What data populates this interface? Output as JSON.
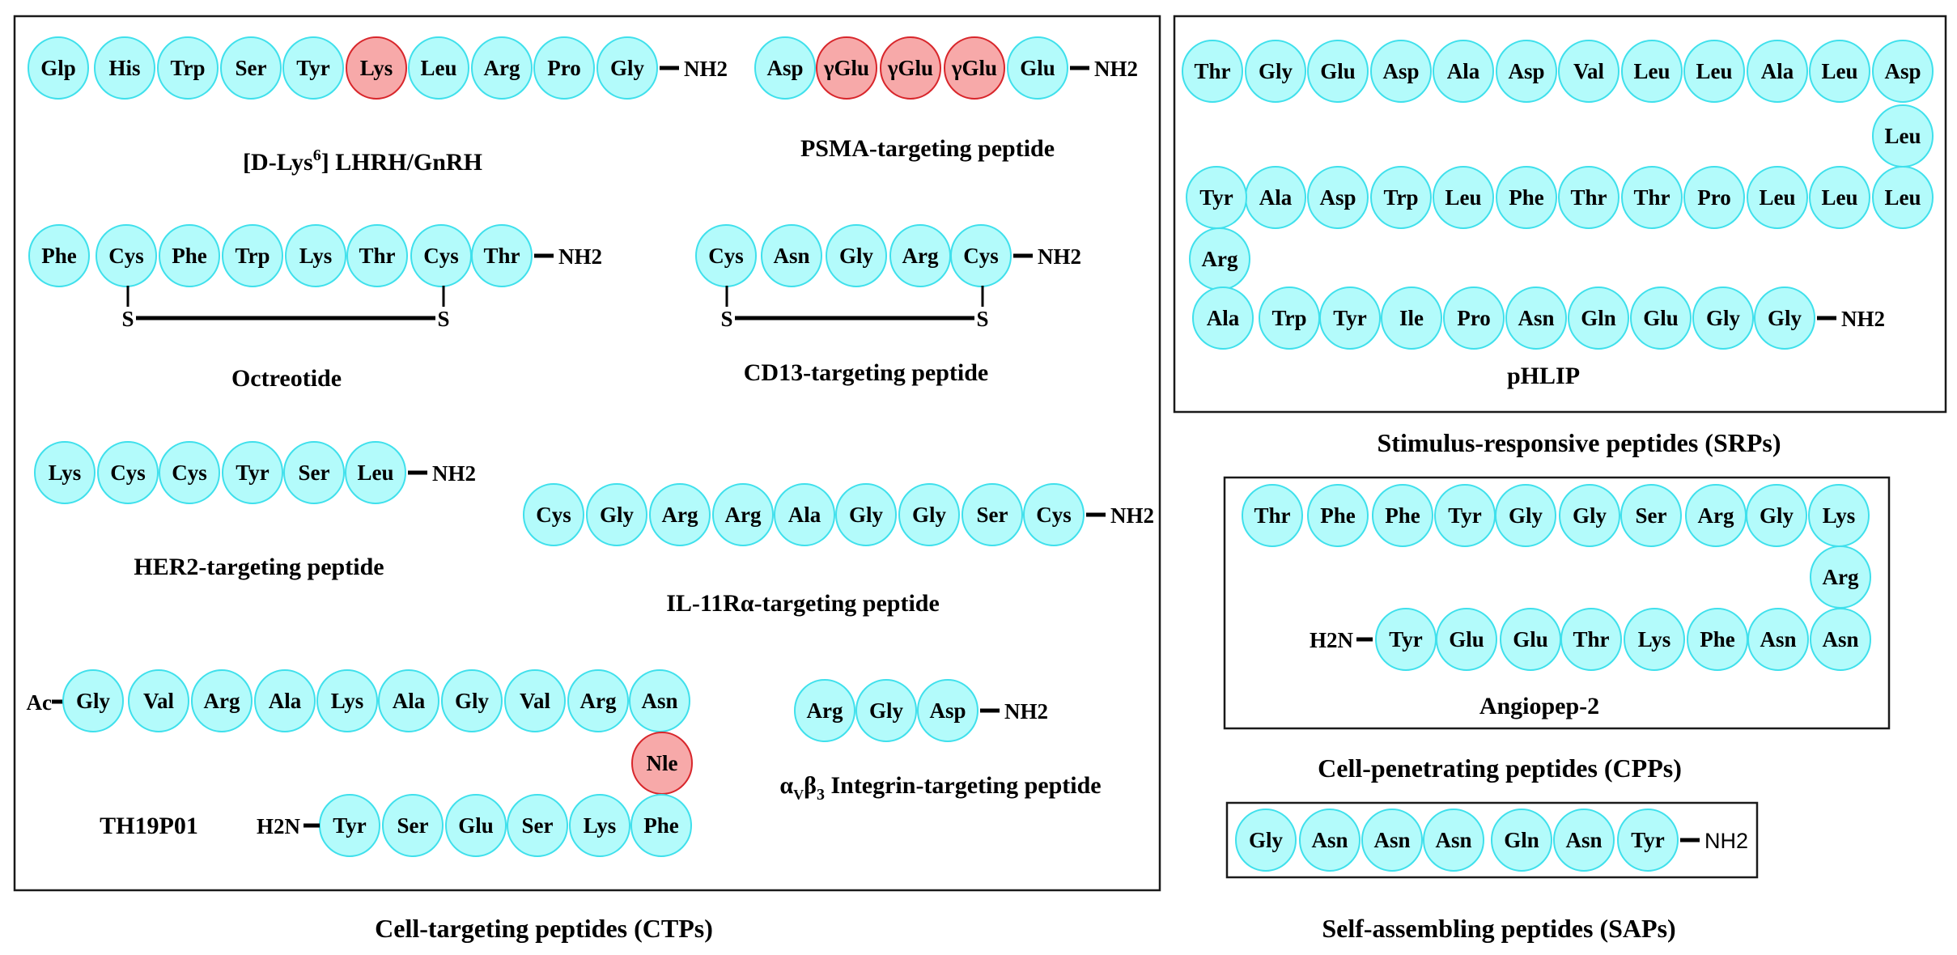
{
  "colors": {
    "standard_fill": "#b3fbfb",
    "standard_stroke": "#3fe0ec",
    "modified_fill": "#f7a9a9",
    "modified_stroke": "#d8262b",
    "text": "#000000",
    "border": "#1a1a1a"
  },
  "sections": {
    "ctp": {
      "caption": "Cell-targeting peptides (CTPs)"
    },
    "srp": {
      "caption": "Stimulus-responsive peptides (SRPs)"
    },
    "cpp": {
      "caption": "Cell-penetrating peptides (CPPs)"
    },
    "sap": {
      "caption": "Self-assembling peptides (SAPs)"
    }
  },
  "peptides": {
    "lhrh": {
      "label_main": "[D-Lys",
      "label_sup": "6",
      "label_rest": "] LHRH/GnRH",
      "residues": [
        {
          "name": "Glp"
        },
        {
          "name": "His"
        },
        {
          "name": "Trp"
        },
        {
          "name": "Ser"
        },
        {
          "name": "Tyr"
        },
        {
          "name": "Lys",
          "modified": true
        },
        {
          "name": "Leu"
        },
        {
          "name": "Arg"
        },
        {
          "name": "Pro"
        },
        {
          "name": "Gly"
        }
      ],
      "c_term": "NH2"
    },
    "psma": {
      "label": "PSMA-targeting peptide",
      "residues": [
        {
          "name": "Asp"
        },
        {
          "name": "γGlu",
          "modified": true
        },
        {
          "name": "γGlu",
          "modified": true
        },
        {
          "name": "γGlu",
          "modified": true
        },
        {
          "name": "Glu"
        }
      ],
      "c_term": "NH2"
    },
    "octreotide": {
      "label": "Octreotide",
      "residues": [
        {
          "name": "Phe"
        },
        {
          "name": "Cys"
        },
        {
          "name": "Phe"
        },
        {
          "name": "Trp"
        },
        {
          "name": "Lys"
        },
        {
          "name": "Thr"
        },
        {
          "name": "Cys"
        },
        {
          "name": "Thr"
        }
      ],
      "c_term": "NH2",
      "disulfide": {
        "from": 2,
        "to": 7,
        "atom": "S"
      }
    },
    "cd13": {
      "label": "CD13-targeting peptide",
      "residues": [
        {
          "name": "Cys"
        },
        {
          "name": "Asn"
        },
        {
          "name": "Gly"
        },
        {
          "name": "Arg"
        },
        {
          "name": "Cys"
        }
      ],
      "c_term": "NH2",
      "disulfide": {
        "from": 1,
        "to": 5,
        "atom": "S"
      }
    },
    "her2": {
      "label": "HER2-targeting peptide",
      "residues": [
        {
          "name": "Lys"
        },
        {
          "name": "Cys"
        },
        {
          "name": "Cys"
        },
        {
          "name": "Tyr"
        },
        {
          "name": "Ser"
        },
        {
          "name": "Leu"
        }
      ],
      "c_term": "NH2"
    },
    "il11": {
      "label": "IL-11Rα-targeting peptide",
      "residues": [
        {
          "name": "Cys"
        },
        {
          "name": "Gly"
        },
        {
          "name": "Arg"
        },
        {
          "name": "Arg"
        },
        {
          "name": "Ala"
        },
        {
          "name": "Gly"
        },
        {
          "name": "Gly"
        },
        {
          "name": "Ser"
        },
        {
          "name": "Cys"
        }
      ],
      "c_term": "NH2"
    },
    "th19p01": {
      "label": "TH19P01",
      "n_term": "Ac",
      "residues": [
        {
          "name": "Gly"
        },
        {
          "name": "Val"
        },
        {
          "name": "Arg"
        },
        {
          "name": "Ala"
        },
        {
          "name": "Lys"
        },
        {
          "name": "Ala"
        },
        {
          "name": "Gly"
        },
        {
          "name": "Val"
        },
        {
          "name": "Arg"
        },
        {
          "name": "Asn"
        },
        {
          "name": "Nle",
          "modified": true
        },
        {
          "name": "Phe"
        },
        {
          "name": "Lys"
        },
        {
          "name": "Ser"
        },
        {
          "name": "Glu"
        },
        {
          "name": "Ser"
        },
        {
          "name": "Tyr"
        }
      ],
      "c_term": "H2N"
    },
    "integrin": {
      "label_alpha": "α",
      "label_v": "V",
      "label_beta": "β",
      "label_3": "3",
      "label_rest": " Integrin-targeting peptide",
      "residues": [
        {
          "name": "Arg"
        },
        {
          "name": "Gly"
        },
        {
          "name": "Asp"
        }
      ],
      "c_term": "NH2"
    },
    "phlip": {
      "label": "pHLIP",
      "residues": [
        {
          "name": "Thr"
        },
        {
          "name": "Gly"
        },
        {
          "name": "Glu"
        },
        {
          "name": "Asp"
        },
        {
          "name": "Ala"
        },
        {
          "name": "Asp"
        },
        {
          "name": "Val"
        },
        {
          "name": "Leu"
        },
        {
          "name": "Leu"
        },
        {
          "name": "Ala"
        },
        {
          "name": "Leu"
        },
        {
          "name": "Asp"
        },
        {
          "name": "Leu"
        },
        {
          "name": "Leu"
        },
        {
          "name": "Leu"
        },
        {
          "name": "Leu"
        },
        {
          "name": "Pro"
        },
        {
          "name": "Thr"
        },
        {
          "name": "Thr"
        },
        {
          "name": "Phe"
        },
        {
          "name": "Leu"
        },
        {
          "name": "Trp"
        },
        {
          "name": "Asp"
        },
        {
          "name": "Ala"
        },
        {
          "name": "Tyr"
        },
        {
          "name": "Arg"
        },
        {
          "name": "Ala"
        },
        {
          "name": "Trp"
        },
        {
          "name": "Tyr"
        },
        {
          "name": "Ile"
        },
        {
          "name": "Pro"
        },
        {
          "name": "Asn"
        },
        {
          "name": "Gln"
        },
        {
          "name": "Glu"
        },
        {
          "name": "Gly"
        },
        {
          "name": "Gly"
        }
      ],
      "c_term": "NH2"
    },
    "angiopep": {
      "label": "Angiopep-2",
      "residues": [
        {
          "name": "Thr"
        },
        {
          "name": "Phe"
        },
        {
          "name": "Phe"
        },
        {
          "name": "Tyr"
        },
        {
          "name": "Gly"
        },
        {
          "name": "Gly"
        },
        {
          "name": "Ser"
        },
        {
          "name": "Arg"
        },
        {
          "name": "Gly"
        },
        {
          "name": "Lys"
        },
        {
          "name": "Arg"
        },
        {
          "name": "Asn"
        },
        {
          "name": "Asn"
        },
        {
          "name": "Phe"
        },
        {
          "name": "Lys"
        },
        {
          "name": "Thr"
        },
        {
          "name": "Glu"
        },
        {
          "name": "Glu"
        },
        {
          "name": "Tyr"
        }
      ],
      "c_term": "H2N"
    },
    "sap": {
      "residues": [
        {
          "name": "Gly"
        },
        {
          "name": "Asn"
        },
        {
          "name": "Asn"
        },
        {
          "name": "Asn"
        },
        {
          "name": "Gln"
        },
        {
          "name": "Asn"
        },
        {
          "name": "Tyr"
        }
      ],
      "c_term": "NH2"
    }
  }
}
